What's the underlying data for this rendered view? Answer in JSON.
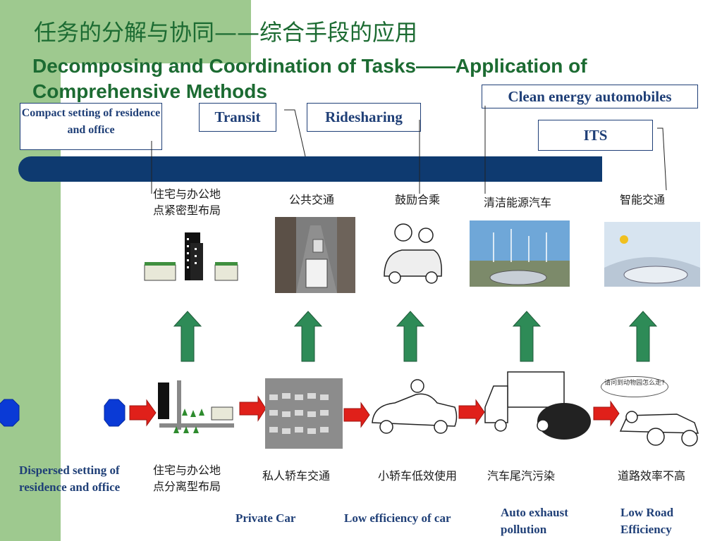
{
  "title_cn": "任务的分解与协同——综合手段的应用",
  "title_en": "Decomposing and Coordination of Tasks——Application of Comprehensive Methods",
  "top_boxes": {
    "compact": "Compact setting of residence and office",
    "transit": "Transit",
    "ridesharing": "Ridesharing",
    "clean_energy": "Clean energy automobiles",
    "its": "ITS"
  },
  "upper_labels_cn": {
    "compact": "住宅与办公地点紧密型布局",
    "transit": "公共交通",
    "ridesharing": "鼓励合乘",
    "clean_energy": "清洁能源汽车",
    "its": "智能交通"
  },
  "lower_labels_cn": {
    "dispersed": "住宅与办公地点分离型布局",
    "private_car": "私人轿车交通",
    "low_efficiency": "小轿车低效使用",
    "exhaust": "汽车尾汽污染",
    "road": "道路效率不高"
  },
  "lower_labels_en": {
    "dispersed": "Dispersed setting of residence and office",
    "private_car": "Private Car",
    "low_efficiency": "Low efficiency of car",
    "exhaust": "Auto exhaust pollution",
    "road": "Low Road Efficiency"
  },
  "bubble_text": "请问到动物园怎么走?",
  "colors": {
    "green_band": "#9ec98f",
    "title_green": "#1c6b32",
    "navy": "#0e3a70",
    "box_text": "#1f3f77",
    "arrow_green": "#2e8b57",
    "arrow_red": "#e0201a",
    "octagon_blue": "#0a3ad6"
  },
  "icons": {
    "up_arrow": "up-arrow-icon",
    "right_arrow": "right-arrow-icon",
    "octagon": "octagon-icon"
  }
}
